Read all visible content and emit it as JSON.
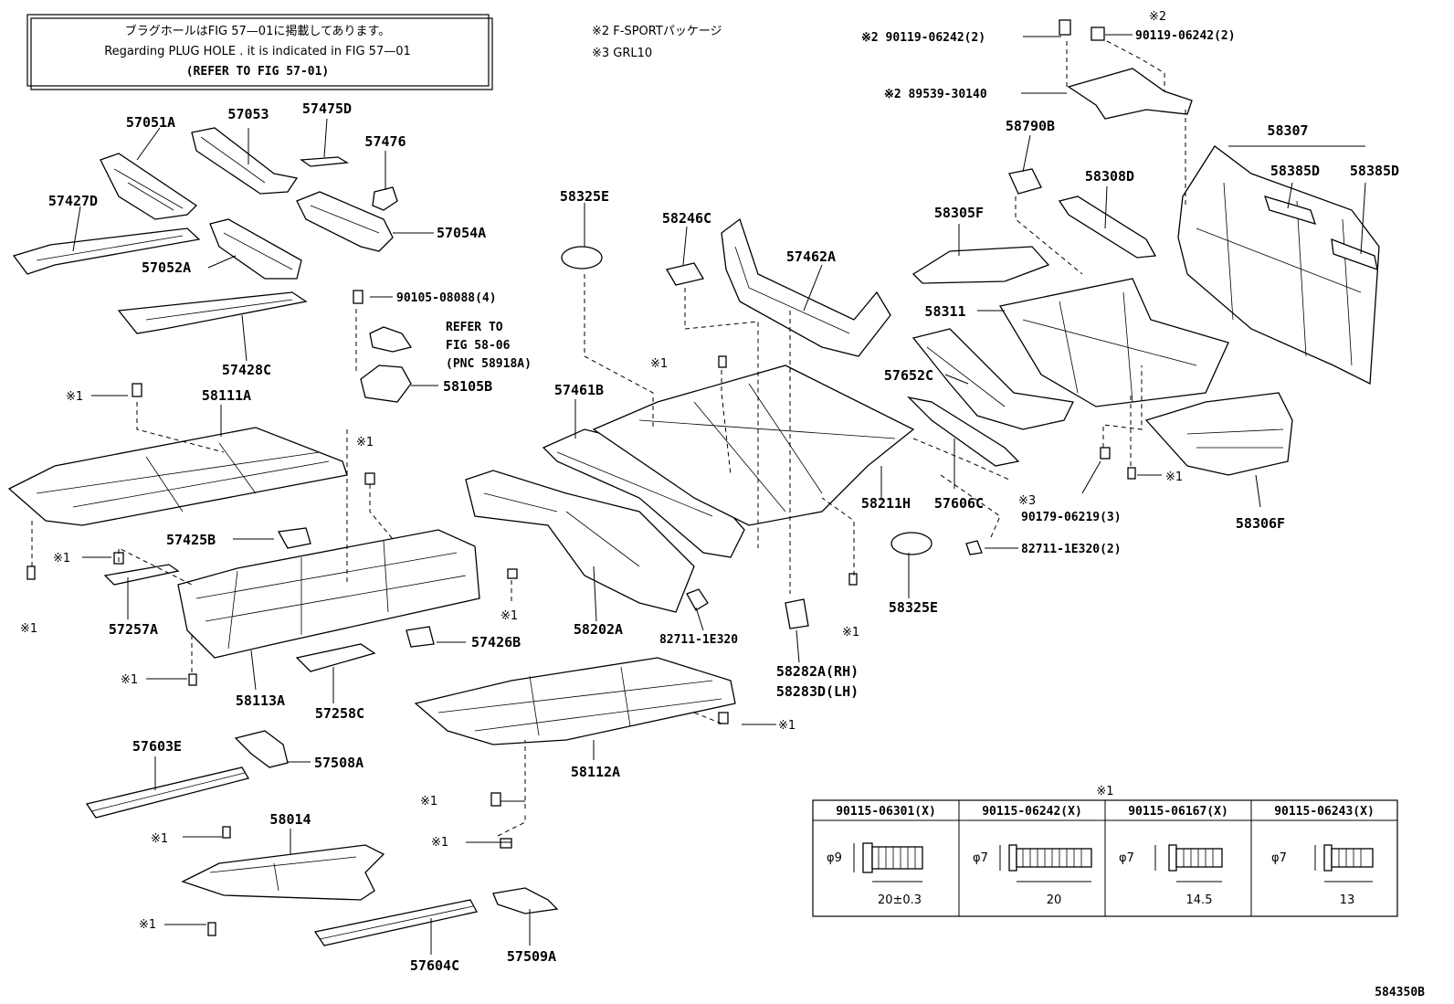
{
  "notice": {
    "line1": "ブラグホールはFIG 57—01に掲載してあります。",
    "line2": "Regarding  PLUG  HOLE . it is indicated in FIG  57—01",
    "line3": "(REFER TO FIG 57-01)"
  },
  "notes": {
    "note2": "※2 F-SPORTパッケージ",
    "note3": "※3 GRL10"
  },
  "part_labels": [
    {
      "id": "p57051A",
      "text": "57051A"
    },
    {
      "id": "p57053",
      "text": "57053"
    },
    {
      "id": "p57475D",
      "text": "57475D"
    },
    {
      "id": "p57476",
      "text": "57476"
    },
    {
      "id": "p57427D",
      "text": "57427D"
    },
    {
      "id": "p57054A",
      "text": "57054A"
    },
    {
      "id": "p57052A",
      "text": "57052A"
    },
    {
      "id": "p90105",
      "text": "90105-08088(4)"
    },
    {
      "id": "pRefer1",
      "text": "REFER TO"
    },
    {
      "id": "pRefer2",
      "text": "FIG 58-06"
    },
    {
      "id": "pRefer3",
      "text": "(PNC 58918A)"
    },
    {
      "id": "p57428C",
      "text": "57428C"
    },
    {
      "id": "p58105B",
      "text": "58105B"
    },
    {
      "id": "p58111A",
      "text": "58111A"
    },
    {
      "id": "p57425B",
      "text": "57425B"
    },
    {
      "id": "p57257A",
      "text": "57257A"
    },
    {
      "id": "p58113A",
      "text": "58113A"
    },
    {
      "id": "p57258C",
      "text": "57258C"
    },
    {
      "id": "p57426B",
      "text": "57426B"
    },
    {
      "id": "p57603E",
      "text": "57603E"
    },
    {
      "id": "p57508A",
      "text": "57508A"
    },
    {
      "id": "p58014",
      "text": "58014"
    },
    {
      "id": "p57604C",
      "text": "57604C"
    },
    {
      "id": "p57509A",
      "text": "57509A"
    },
    {
      "id": "p58325E_a",
      "text": "58325E"
    },
    {
      "id": "p58246C",
      "text": "58246C"
    },
    {
      "id": "p57462A",
      "text": "57462A"
    },
    {
      "id": "p57461B",
      "text": "57461B"
    },
    {
      "id": "p58202A",
      "text": "58202A"
    },
    {
      "id": "p82711a",
      "text": "82711-1E320"
    },
    {
      "id": "p58112A",
      "text": "58112A"
    },
    {
      "id": "p58282A",
      "text": "58282A(RH)"
    },
    {
      "id": "p58283D",
      "text": "58283D(LH)"
    },
    {
      "id": "p58211H",
      "text": "58211H"
    },
    {
      "id": "p57606C",
      "text": "57606C"
    },
    {
      "id": "p58325E_b",
      "text": "58325E"
    },
    {
      "id": "p82711b",
      "text": "82711-1E320(2)"
    },
    {
      "id": "p90119a",
      "text": "※2 90119-06242(2)"
    },
    {
      "id": "p90119b",
      "text": "90119-06242(2)"
    },
    {
      "id": "p89539",
      "text": "※2 89539-30140"
    },
    {
      "id": "p58790B",
      "text": "58790B"
    },
    {
      "id": "p58307",
      "text": "58307"
    },
    {
      "id": "p58385D_a",
      "text": "58385D"
    },
    {
      "id": "p58385D_b",
      "text": "58385D"
    },
    {
      "id": "p58308D",
      "text": "58308D"
    },
    {
      "id": "p58305F",
      "text": "58305F"
    },
    {
      "id": "p58311",
      "text": "58311"
    },
    {
      "id": "p57652C",
      "text": "57652C"
    },
    {
      "id": "p90179",
      "text": "90179-06219(3)"
    },
    {
      "id": "p58306F",
      "text": "58306F"
    },
    {
      "id": "pFig",
      "text": "584350B"
    }
  ],
  "markers": {
    "m1": "※1",
    "m2": "※2",
    "m3": "※3"
  },
  "bolt_table": {
    "title": "※1",
    "columns": [
      "90115-06301(X)",
      "90115-06242(X)",
      "90115-06167(X)",
      "90115-06243(X)"
    ],
    "diameters": [
      "φ9",
      "φ7",
      "φ7",
      "φ7"
    ],
    "lengths": [
      "20±0.3",
      "20",
      "14.5",
      "13"
    ]
  }
}
